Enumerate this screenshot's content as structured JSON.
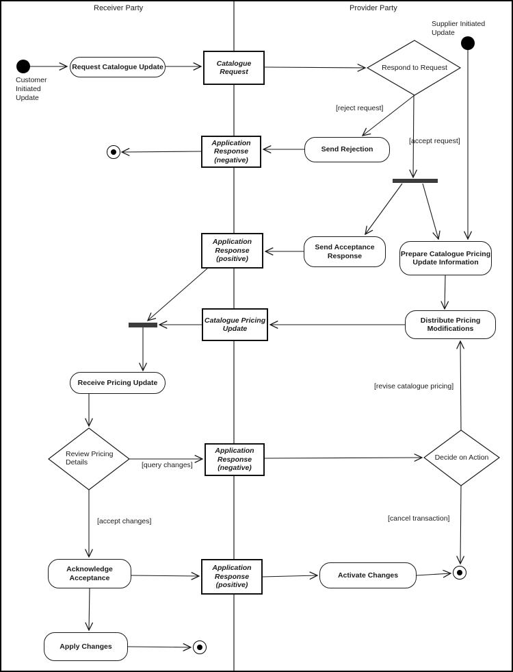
{
  "lanes": {
    "receiver": "Receiver Party",
    "provider": "Provider Party"
  },
  "start_nodes": {
    "customer": "Customer\nInitiated\nUpdate",
    "supplier": "Supplier Initiated\nUpdate"
  },
  "activities": {
    "request_catalogue_update": "Request Catalogue Update",
    "send_rejection": "Send Rejection",
    "send_acceptance_response": "Send Acceptance\nResponse",
    "prepare_catalogue_pricing": "Prepare Catalogue Pricing\nUpdate Information",
    "distribute_pricing": "Distribute Pricing\nModifications",
    "receive_pricing_update": "Receive Pricing Update",
    "acknowledge_acceptance": "Acknowledge\nAcceptance",
    "activate_changes": "Activate Changes",
    "apply_changes": "Apply Changes"
  },
  "objects": {
    "catalogue_request": "Catalogue\nRequest",
    "application_response_negative_1": "Application\nResponse\n(negative)",
    "application_response_positive_1": "Application\nResponse\n(positive)",
    "catalogue_pricing_update": "Catalogue Pricing\nUpdate",
    "application_response_negative_2": "Application\nResponse\n(negative)",
    "application_response_positive_2": "Application\nResponse\n(positive)"
  },
  "decisions": {
    "respond_to_request": "Respond to Request",
    "review_pricing_details": "Review Pricing\nDetails",
    "decide_on_action": "Decide on Action"
  },
  "guards": {
    "reject_request": "[reject request]",
    "accept_request": "[accept request]",
    "query_changes": "[query changes]",
    "accept_changes": "[accept changes]",
    "revise_catalogue_pricing": "[revise catalogue pricing]",
    "cancel_transaction": "[cancel transaction]"
  },
  "colors": {
    "line": "#1a1a1a",
    "bar": "#3c3c3c",
    "background": "#ffffff"
  }
}
